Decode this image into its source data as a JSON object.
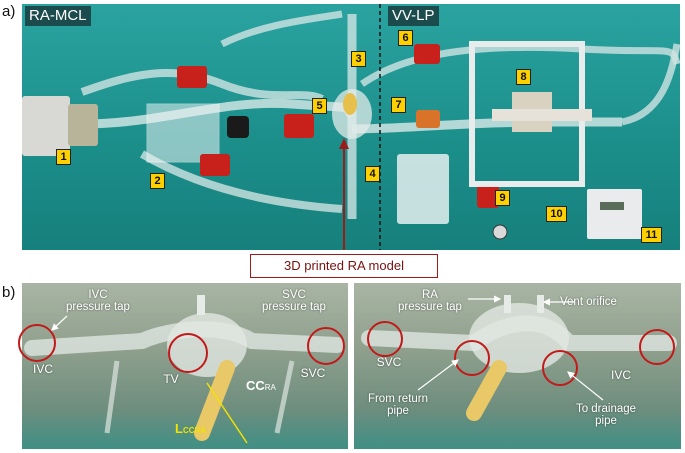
{
  "panel_a": {
    "label": "a)",
    "sections": {
      "left": "RA-MCL",
      "right": "VV-LP"
    },
    "tags": [
      "1",
      "2",
      "3",
      "4",
      "5",
      "6",
      "7",
      "8",
      "9",
      "10",
      "11"
    ],
    "callout": "3D printed RA model"
  },
  "panel_b": {
    "label": "b)",
    "left_image": {
      "ivc_tap": "IVC\npressure tap",
      "svc_tap": "SVC\npressure tap",
      "ivc": "IVC",
      "svc": "SVC",
      "tv": "TV",
      "cc_main": "CC",
      "cc_sub": "RA",
      "l_main": "L",
      "l_sub": "CCRA"
    },
    "right_image": {
      "ra_tap": "RA\npressure tap",
      "vent": "Vent orifice",
      "svc": "SVC",
      "ivc": "IVC",
      "return_pipe": "From return\npipe",
      "drainage_pipe": "To drainage\npipe"
    }
  },
  "colors": {
    "circle": "#c21a1a",
    "tag_bg": "#ffd000",
    "callout_border": "#9b1b1b",
    "section_bg": "#1b4b4c"
  }
}
